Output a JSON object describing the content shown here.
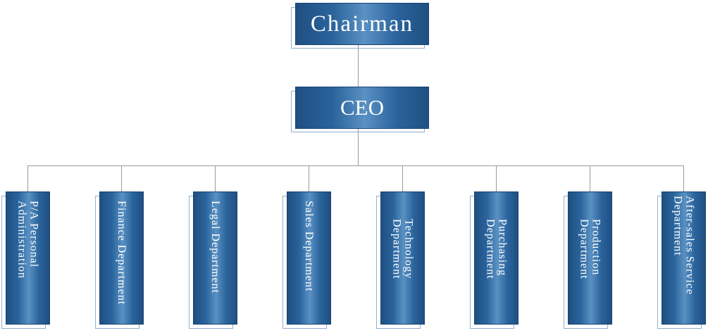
{
  "diagram": {
    "root": {
      "label": "Chairman"
    },
    "ceo": {
      "label": "CEO"
    },
    "departments": [
      "P/A Personal\nAdministration",
      "Finance Department",
      "Legal Department",
      "Sales Department",
      "Technology\nDepartment",
      "Purchasing\nDepartment",
      "Production\nDepartment",
      "After-sales Service\nDepartment"
    ]
  },
  "colors": {
    "box_dark": "#1f4f82",
    "box_light": "#5a91c3",
    "connector": "#9a9a9a",
    "shadow_outline": "#8fb0cf",
    "text": "#ffffff"
  }
}
